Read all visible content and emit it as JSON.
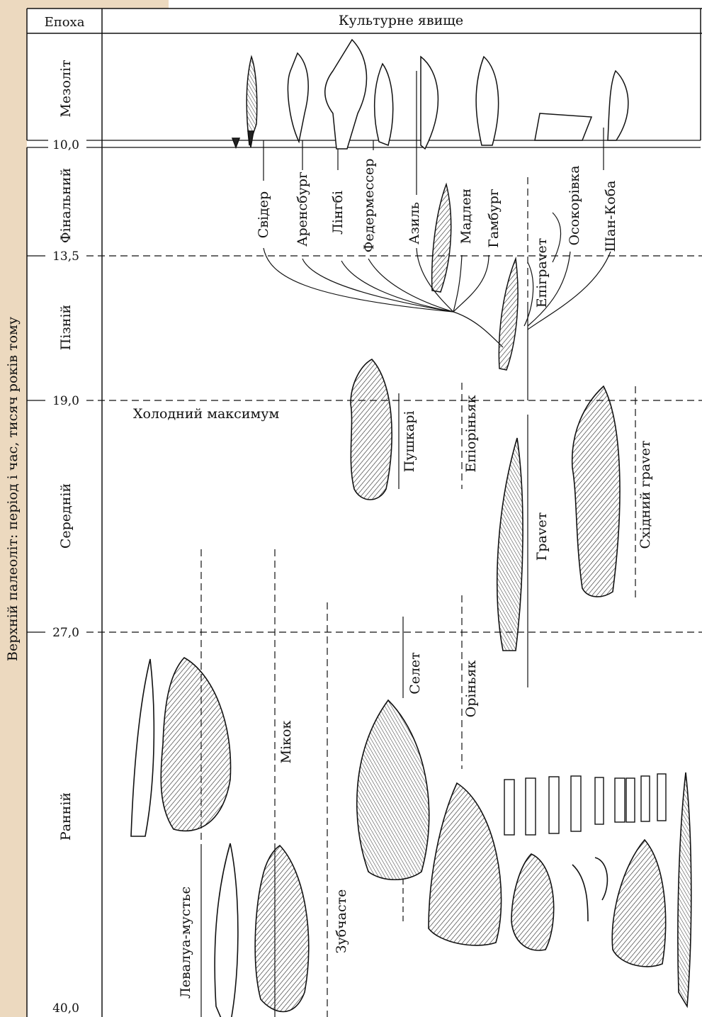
{
  "axis_title": "Верхній палеоліт: період і час, тисяч років тому",
  "header": {
    "epoch": "Епоха",
    "phenomenon": "Культурне явище"
  },
  "epochs": [
    "Мезоліт",
    "Фінальний",
    "Пізній",
    "Середній",
    "Ранній"
  ],
  "ticks": [
    "10,0",
    "13,5",
    "19,0",
    "27,0",
    "40,0"
  ],
  "cold_max": "Холодний максимум",
  "cultures": [
    "Свідер",
    "Аренсбург",
    "Лінгбі",
    "Федермессер",
    "Азиль",
    "Мадлен",
    "Гамбург",
    "Епіграvет",
    "Осокорівка",
    "Шан-Коба",
    "Пушкарі",
    "Епіоріньяк",
    "Граvет",
    "Східний граvет",
    "Селет",
    "Оріньяк",
    "Мікок",
    "Зубчасте",
    "Левалуа-мустьє"
  ],
  "colors": {
    "sidebar": "#ecd9bf",
    "ink": "#111111",
    "paper": "#ffffff"
  }
}
